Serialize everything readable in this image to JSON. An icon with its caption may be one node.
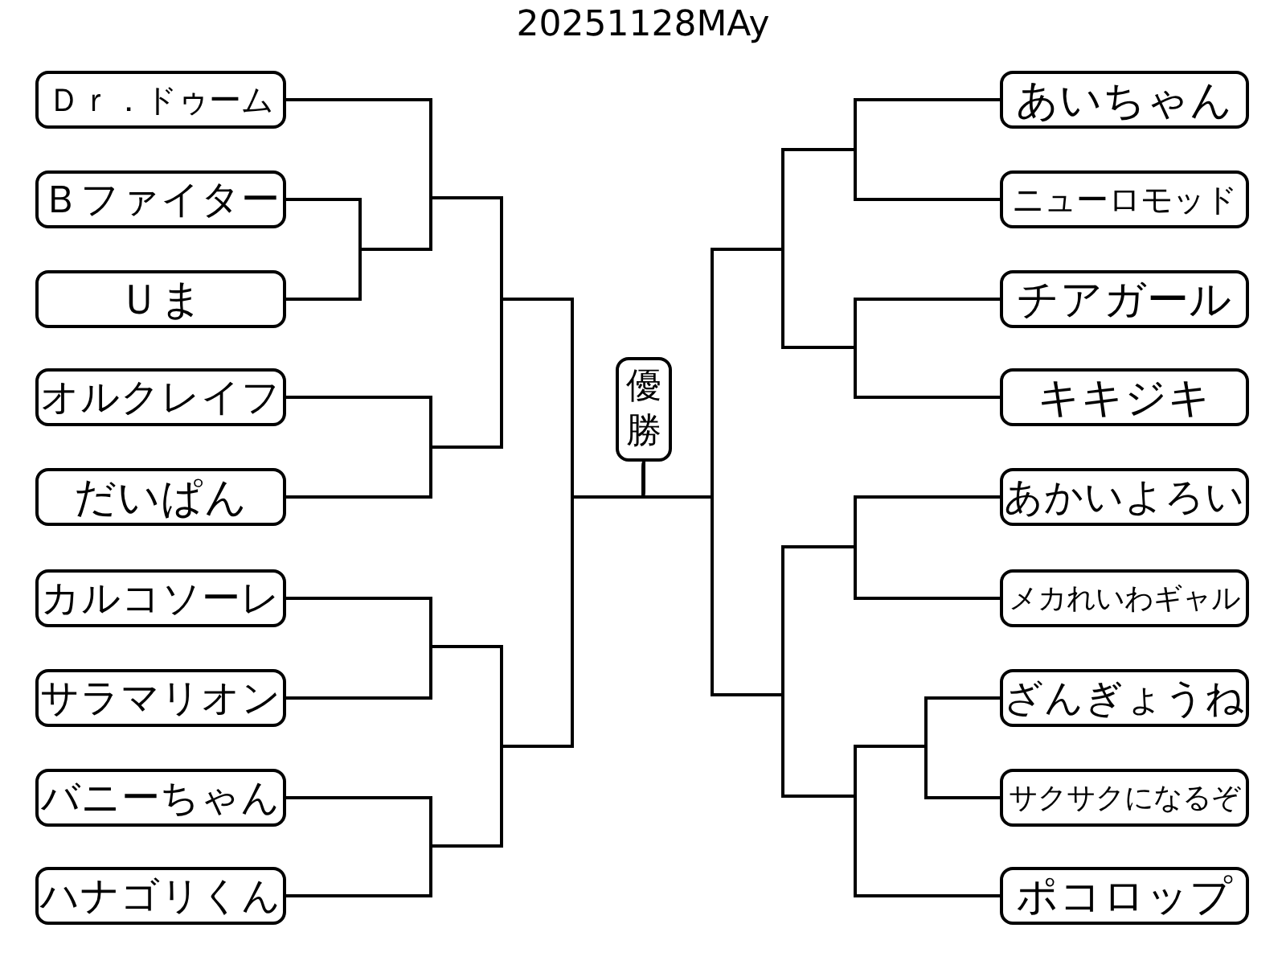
{
  "diagram": {
    "title": "20251128MAy",
    "nodes": [
      {
        "text": [
          "Ｄｒ．ドゥーム"
        ]
      },
      {
        "text": [
          "Ｂファイター"
        ]
      },
      {
        "text": [
          "Ｕま"
        ]
      },
      {
        "text": [
          "オルクレイフ"
        ]
      },
      {
        "text": [
          "だいぱん"
        ]
      },
      {
        "text": [
          "カルコソーレ"
        ]
      },
      {
        "text": [
          "サラマリオン"
        ]
      },
      {
        "text": [
          "バニーちゃん"
        ]
      },
      {
        "text": [
          "ハナゴリくん"
        ]
      },
      {
        "text": [
          "優勝"
        ]
      },
      {
        "text": [
          "あいちゃん"
        ]
      },
      {
        "text": [
          "ニューロモッド"
        ]
      },
      {
        "text": [
          "チアガール"
        ]
      },
      {
        "text": [
          "キキジキ"
        ]
      },
      {
        "text": [
          "あかいよろい"
        ]
      },
      {
        "text": [
          "メカれいわギャル"
        ]
      },
      {
        "text": [
          "ざんぎょうね"
        ]
      },
      {
        "text": [
          "サクサクになるぞ"
        ]
      },
      {
        "text": [
          "ポコロップ"
        ]
      }
    ],
    "edges": [
      {
        "from": 0,
        "to": 9,
        "arrow": "none"
      },
      {
        "from": 1,
        "to": 9,
        "arrow": "none"
      },
      {
        "from": 2,
        "to": 9,
        "arrow": "none"
      },
      {
        "from": 3,
        "to": 9,
        "arrow": "none"
      },
      {
        "from": 4,
        "to": 9,
        "arrow": "none"
      },
      {
        "from": 5,
        "to": 9,
        "arrow": "none"
      },
      {
        "from": 6,
        "to": 9,
        "arrow": "none"
      },
      {
        "from": 7,
        "to": 9,
        "arrow": "none"
      },
      {
        "from": 8,
        "to": 9,
        "arrow": "none"
      },
      {
        "from": 10,
        "to": 9,
        "arrow": "none"
      },
      {
        "from": 11,
        "to": 9,
        "arrow": "none"
      },
      {
        "from": 12,
        "to": 9,
        "arrow": "none"
      },
      {
        "from": 13,
        "to": 9,
        "arrow": "none"
      },
      {
        "from": 14,
        "to": 9,
        "arrow": "none"
      },
      {
        "from": 15,
        "to": 9,
        "arrow": "none"
      },
      {
        "from": 16,
        "to": 9,
        "arrow": "none"
      },
      {
        "from": 17,
        "to": 9,
        "arrow": "none"
      },
      {
        "from": 18,
        "to": 9,
        "arrow": "none"
      }
    ]
  }
}
